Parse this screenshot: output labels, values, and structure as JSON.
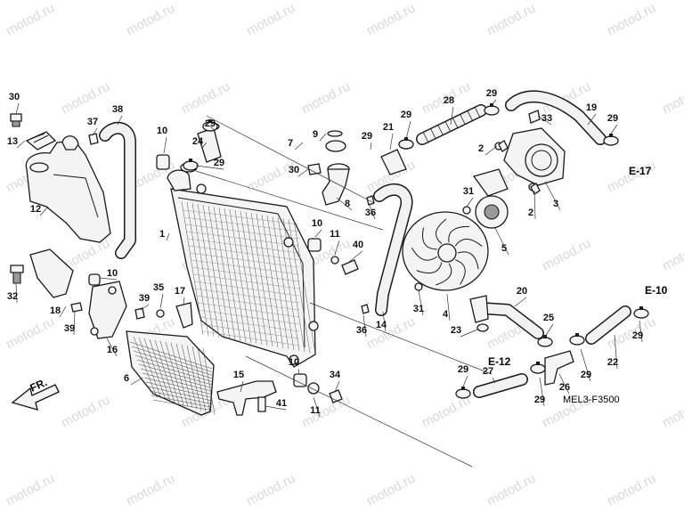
{
  "watermark": "motod.ru",
  "diagram_code": "MEL3-F3500",
  "direction_label": "FR.",
  "section_refs": [
    "E-17",
    "E-10",
    "E-12"
  ],
  "callouts": [
    "1",
    "2",
    "3",
    "4",
    "5",
    "6",
    "7",
    "8",
    "9",
    "10",
    "11",
    "12",
    "13",
    "14",
    "15",
    "16",
    "17",
    "18",
    "19",
    "20",
    "21",
    "22",
    "23",
    "24",
    "25",
    "26",
    "27",
    "28",
    "29",
    "30",
    "31",
    "32",
    "33",
    "34",
    "35",
    "36",
    "37",
    "38",
    "39",
    "40",
    "41"
  ]
}
